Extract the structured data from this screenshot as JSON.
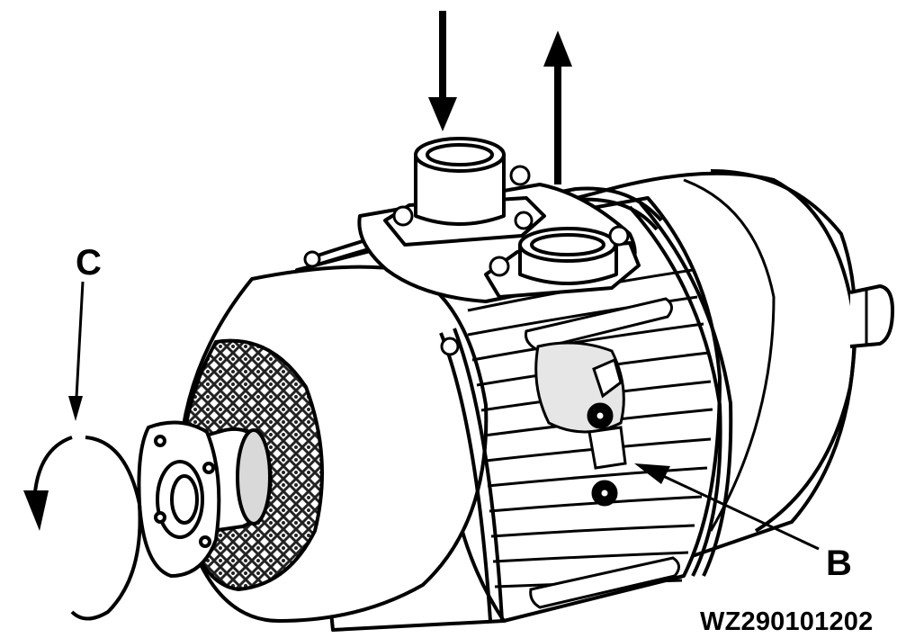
{
  "labels": {
    "c": "C",
    "b": "B"
  },
  "figure_code": "WZ290101202",
  "colors": {
    "line": "#000000",
    "fill": "#ffffff",
    "shade": "#d9d9d9",
    "mesh": "#333333"
  },
  "icons": {
    "inflow": "arrow-down-icon",
    "outflow": "arrow-up-icon",
    "rotation": "rotation-arrow-icon"
  }
}
